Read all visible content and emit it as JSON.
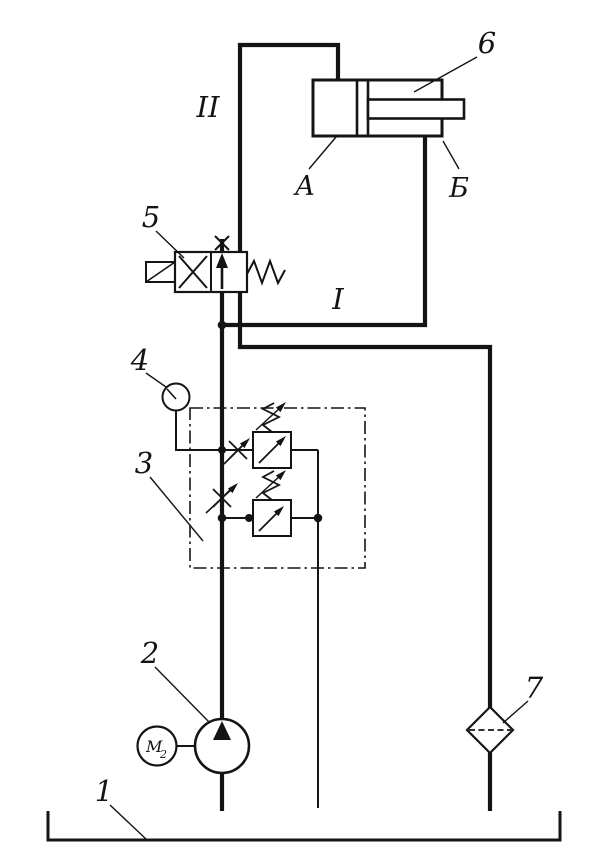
{
  "diagram": {
    "labels": {
      "tank": "1",
      "pump": "2",
      "control_block": "3",
      "gauge": "4",
      "valve": "5",
      "cylinder": "6",
      "filter": "7",
      "port_a": "A",
      "port_b": "Б",
      "line_i": "I",
      "line_ii": "II",
      "motor_letter": "M",
      "motor_index": "2"
    },
    "colors": {
      "ink": "#141414",
      "background": "#ffffff"
    }
  }
}
